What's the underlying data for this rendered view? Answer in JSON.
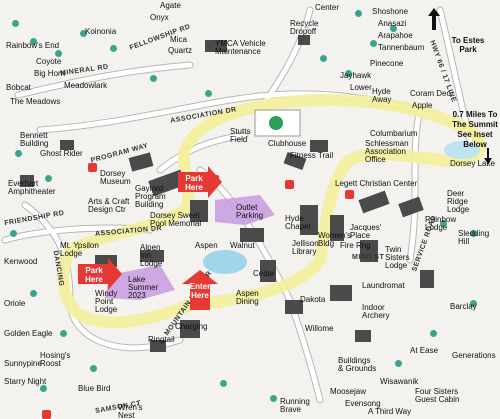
{
  "map_title": "",
  "roads": {
    "association_dr_top": "ASSOCIATION DR",
    "association_dr_mid": "ASSOCIATION DR",
    "mineral_rd": "MINERAL RD",
    "fellowship_rd": "FELLOWSHIP RD",
    "program_way": "PROGRAM WAY",
    "mountain_view_dr": "MOUNTAIN VIEW DR",
    "mind_st": "MIND ST",
    "service_road": "SERVICE ROAD",
    "hwy": "HWY 66 / 17 LINE",
    "friendship_rd": "FRIENDSHIP RD",
    "samson_ct": "SAMSON CT",
    "dancing": "DANCING"
  },
  "labels": {
    "agate": "Agate",
    "onyx": "Onyx",
    "koinonia": "Koinonia",
    "mica": "Mica",
    "quartz": "Quartz",
    "rainbows_end": "Rainbow's End",
    "coyote": "Coyote",
    "big_horn": "Big Horn",
    "bobcat": "Bobcat",
    "the_meadows": "The Meadows",
    "meadowlark": "Meadowlark",
    "ymca_vehicle": "YMCA Vehicle Maintenance",
    "recycle_dropoff": "Recycle Dropoff",
    "center": "Center",
    "shoshone": "Shoshone",
    "anasazi": "Anasazi",
    "arapahoe": "Arapahoe",
    "tannenbaum": "Tannenbaum",
    "pinecone": "Pinecone",
    "jayhawk": "Jayhawk",
    "lower": "Lower",
    "hyde_away": "Hyde Away",
    "coram_deo": "Coram Deo",
    "apple": "Apple",
    "to_estes_park": "To Estes Park",
    "summit_note": "0.7 Miles To The Summit See Inset Below",
    "dorsey_lake": "Dorsey Lake",
    "bennett_building": "Bennett Building",
    "ghost_rider": "Ghost Rider",
    "everhart_amphitheater": "Everhart Amphitheater",
    "clubhouse": "Clubhouse",
    "fitness_trail": "Fitness Trail",
    "stutts_field": "Stutts Field",
    "schlessman": "Schlessman Association Office",
    "legett": "Legett Christian Center",
    "columbarium": "Columbarium",
    "deer_ridge": "Deer Ridge Lodge",
    "rainbow_lodge": "Rainbow Lodge",
    "sledding_hill": "Sledding Hill",
    "dorsey_museum": "Dorsey Museum",
    "gaylord": "Gaylord Program Building",
    "arts_craft": "Arts & Craft Design Ctr",
    "hyde_chapel": "Hyde Chapel",
    "jellison": "Jellison Library",
    "womens_bldg": "Women's Bldg",
    "jacques": "Jacques' Place",
    "dorsey_pool": "Dorsey Sweet Pool Memorial",
    "outlet_parking": "Outlet Parking",
    "walnut": "Walnut",
    "mt_ypsilon": "Mt. Ypsilon Lodge",
    "alpen_inn": "Alpen Inn Lodge",
    "lake_summer": "Lake Summer 2023",
    "windy_point": "Windy Point Lodge",
    "aspen_dining": "Aspen Dining",
    "dakota": "Dakota",
    "willome": "Willome",
    "laundromat": "Laundromat",
    "indoor_archery": "Indoor Archery",
    "twin_sisters": "Twin Sisters Lodge",
    "barclay": "Barclay",
    "generations": "Generations",
    "at_ease": "At Ease",
    "wisawanik": "Wisawanik",
    "moosejaw": "Moosejaw",
    "evensong": "Evensong",
    "a_third_way": "A Third Way",
    "four_sisters": "Four Sisters Guest Cabin",
    "buildings_grounds": "Buildings & Grounds",
    "running_brave": "Running Brave",
    "blue_bird": "Blue Bird",
    "wrens_nest": "Wren's Nest",
    "hosings_roost": "Hosing's Roost",
    "sunnypine": "Sunnypine",
    "starry_night": "Starry Night",
    "kenwood": "Kenwood",
    "oriole": "Oriole",
    "golden_eagle": "Golden Eagle",
    "fire_rng": "Fire Rng",
    "charging": "Charging",
    "ringtail": "Ringtail",
    "aspen": "Aspen",
    "cedar": "Cedar"
  },
  "markers": {
    "park_here_1": "Park Here",
    "park_here_2": "Park Here",
    "enter_here": "Enter Here"
  },
  "colors": {
    "highlight_route": "#f3ef9a",
    "parking_purple": "#c59be0",
    "water_blue": "#9fd6ec",
    "tree": "#3aa58f",
    "building": "#4a4a4a",
    "marker_red": "#e53935",
    "road": "#ffffff"
  }
}
